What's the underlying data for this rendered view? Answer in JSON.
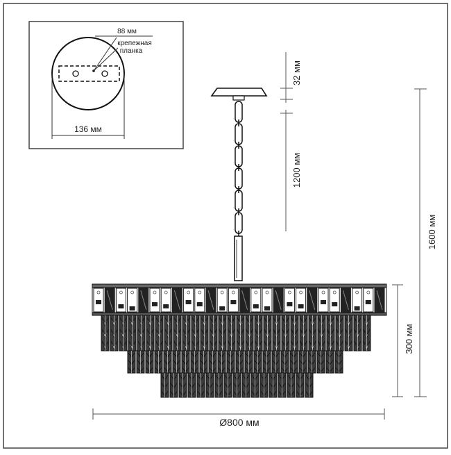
{
  "inset": {
    "plate_width_label": "88 мм",
    "plate_name_line1": "крепежная",
    "plate_name_line2": "планка",
    "canopy_diameter_label": "136 мм"
  },
  "dimensions": {
    "canopy_height_label": "32 мм",
    "chain_length_label": "1200 мм",
    "total_height_label": "1600 мм",
    "body_height_label": "300 мм",
    "diameter_label": "Ø800 мм"
  }
}
